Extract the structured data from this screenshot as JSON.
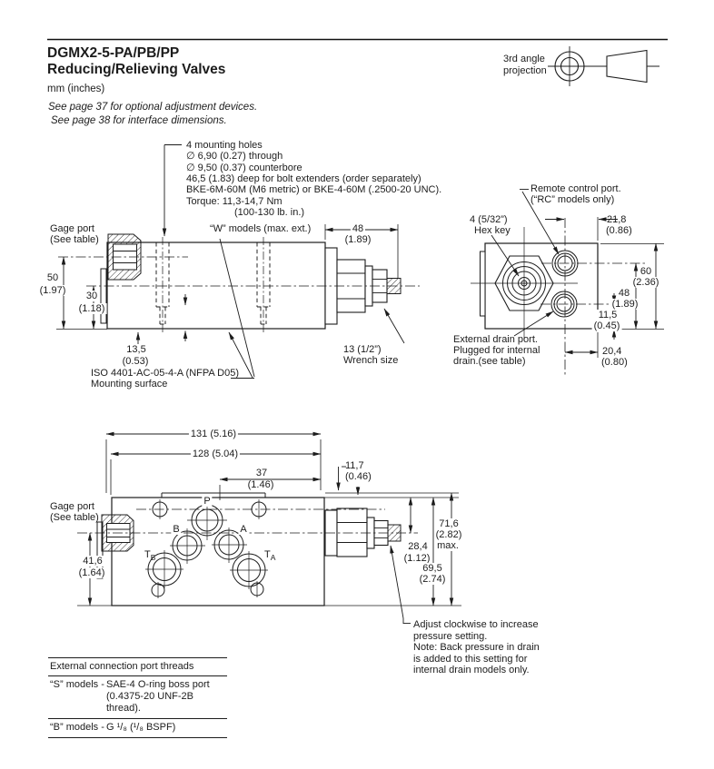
{
  "header": {
    "title_line1": "DGMX2-5-PA/PB/PP",
    "title_line2": "Reducing/Relieving Valves",
    "units": "mm (inches)",
    "see_note1": "See page 37 for optional adjustment devices.",
    "see_note2": "See page 38 for interface dimensions.",
    "projection_line1": "3rd angle",
    "projection_line2": "projection"
  },
  "mounting_note": {
    "lines": [
      "4 mounting holes",
      "∅ 6,90 (0.27) through",
      "∅ 9,50 (0.37) counterbore",
      "46,5 (1.83) deep for bolt extenders (order separately)",
      "BKE-6M-60M (M6 metric) or BKE-4-60M (.2500-20 UNC).",
      "Torque: 11,3-14,7 Nm",
      "(100-130 lb. in.)"
    ]
  },
  "side_view": {
    "gage_port_line1": "Gage port",
    "gage_port_line2": "(See table)",
    "w_models_label": "“W” models (max. ext.)",
    "dim_48_mm": "48",
    "dim_48_in": "(1.89)",
    "dim_50_mm": "50",
    "dim_50_in": "(1.97)",
    "dim_30_mm": "30",
    "dim_30_in": "(1.18)",
    "dim_13_5_mm": "13,5",
    "dim_13_5_in": "(0.53)",
    "wrench_line1": "13 (1/2”)",
    "wrench_line2": "Wrench size",
    "iso_line1": "ISO 4401-AC-05-4-A (NFPA D05)",
    "iso_line2": "Mounting surface"
  },
  "end_view": {
    "remote_line1": "Remote control port.",
    "remote_line2": "(“RC” models only)",
    "hex_key_line1": "4 (5/32”)",
    "hex_key_line2": "Hex key",
    "dim_21_8_mm": "21,8",
    "dim_21_8_in": "(0.86)",
    "dim_60_mm": "60",
    "dim_60_in": "(2.36)",
    "dim_48_mm": "48",
    "dim_48_in": "(1.89)",
    "dim_11_5_mm": "11,5",
    "dim_11_5_in": "(0.45)",
    "dim_20_4_mm": "20,4",
    "dim_20_4_in": "(0.80)",
    "drain_line1": "External drain port.",
    "drain_line2": "Plugged for internal",
    "drain_line3": "drain.(see table)"
  },
  "bottom_view": {
    "dim_131": "131 (5.16)",
    "dim_128": "128 (5.04)",
    "dim_37_mm": "37",
    "dim_37_in": "(1.46)",
    "dim_11_7_mm": "11,7",
    "dim_11_7_in": "(0.46)",
    "gage_port_line1": "Gage port",
    "gage_port_line2": "(See table)",
    "dim_41_6_mm": "41,6",
    "dim_41_6_in": "(1.64)",
    "dim_28_4_mm": "28,4",
    "dim_28_4_in": "(1.12)",
    "dim_71_6_mm": "71,6",
    "dim_71_6_in": "(2.82)",
    "dim_71_6_max": "max.",
    "dim_69_5_mm": "69,5",
    "dim_69_5_in": "(2.74)",
    "port_p": "P",
    "port_b": "B",
    "port_a": "A",
    "port_tb_main": "T",
    "port_tb_sub": "B",
    "port_ta_main": "T",
    "port_ta_sub": "A"
  },
  "adjust_note": {
    "lines": [
      "Adjust clockwise to increase",
      "pressure setting.",
      "Note: Back pressure in drain",
      "is added to this setting for",
      "internal drain models only."
    ]
  },
  "port_table": {
    "header": "External connection port threads",
    "rows": [
      {
        "model": "“S” models -",
        "desc_line1": "SAE-4 O-ring boss port",
        "desc_line2": "(0.4375-20 UNF-2B thread)."
      },
      {
        "model": "“B” models -",
        "desc_line1": "G ¹/₈ (¹/₈ BSPF)"
      }
    ]
  }
}
